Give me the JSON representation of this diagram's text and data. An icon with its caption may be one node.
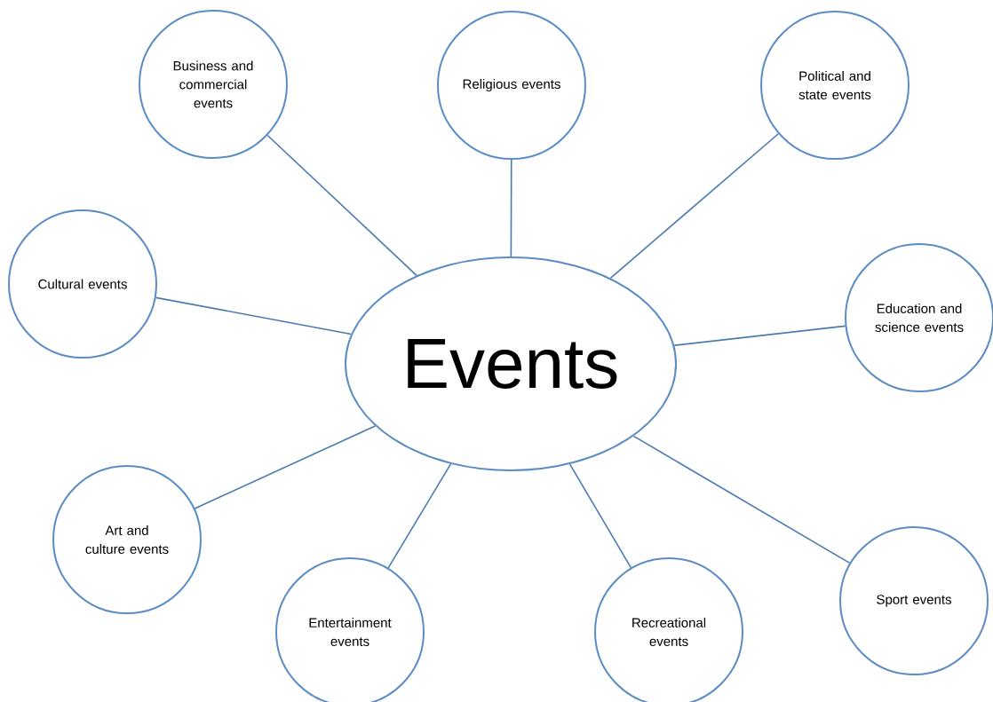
{
  "diagram": {
    "nodes": [
      {
        "text": [
          "Events"
        ]
      },
      {
        "text": [
          "Business and commercial events"
        ]
      },
      {
        "text": [
          "Religious events"
        ]
      },
      {
        "text": [
          "Political and state events"
        ]
      },
      {
        "text": [
          "Cultural events"
        ]
      },
      {
        "text": [
          "Education and science events"
        ]
      },
      {
        "text": [
          "Art and culture events"
        ]
      },
      {
        "text": [
          "Entertainment events"
        ]
      },
      {
        "text": [
          "Recreational events"
        ]
      },
      {
        "text": [
          "Sport events"
        ]
      }
    ],
    "edges": [
      {
        "from": 0,
        "to": 1,
        "arrow": "none"
      },
      {
        "from": 0,
        "to": 2,
        "arrow": "none"
      },
      {
        "from": 0,
        "to": 3,
        "arrow": "none"
      },
      {
        "from": 0,
        "to": 4,
        "arrow": "none"
      },
      {
        "from": 0,
        "to": 5,
        "arrow": "none"
      },
      {
        "from": 0,
        "to": 6,
        "arrow": "none"
      },
      {
        "from": 0,
        "to": 7,
        "arrow": "none"
      },
      {
        "from": 0,
        "to": 8,
        "arrow": "none"
      },
      {
        "from": 0,
        "to": 9,
        "arrow": "none"
      }
    ]
  }
}
